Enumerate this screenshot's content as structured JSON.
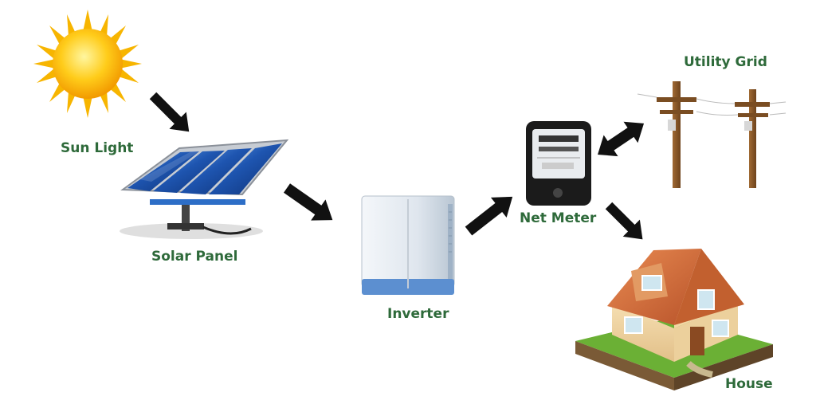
{
  "labels": {
    "sun": "Sun Light",
    "panel": "Solar Panel",
    "inverter": "Inverter",
    "meter": "Net Meter",
    "grid": "Utility Grid",
    "house": "House"
  },
  "colors": {
    "label_text": "#2e6a3a",
    "arrow": "#111111",
    "sun": "#f6a800",
    "panel_cell": "#1c4f9c",
    "roof": "#d06a3a",
    "pole": "#8a5a2b"
  },
  "icons": [
    "sun-icon",
    "solar-panel-icon",
    "inverter-icon",
    "net-meter-icon",
    "utility-pole-icon",
    "house-icon"
  ]
}
